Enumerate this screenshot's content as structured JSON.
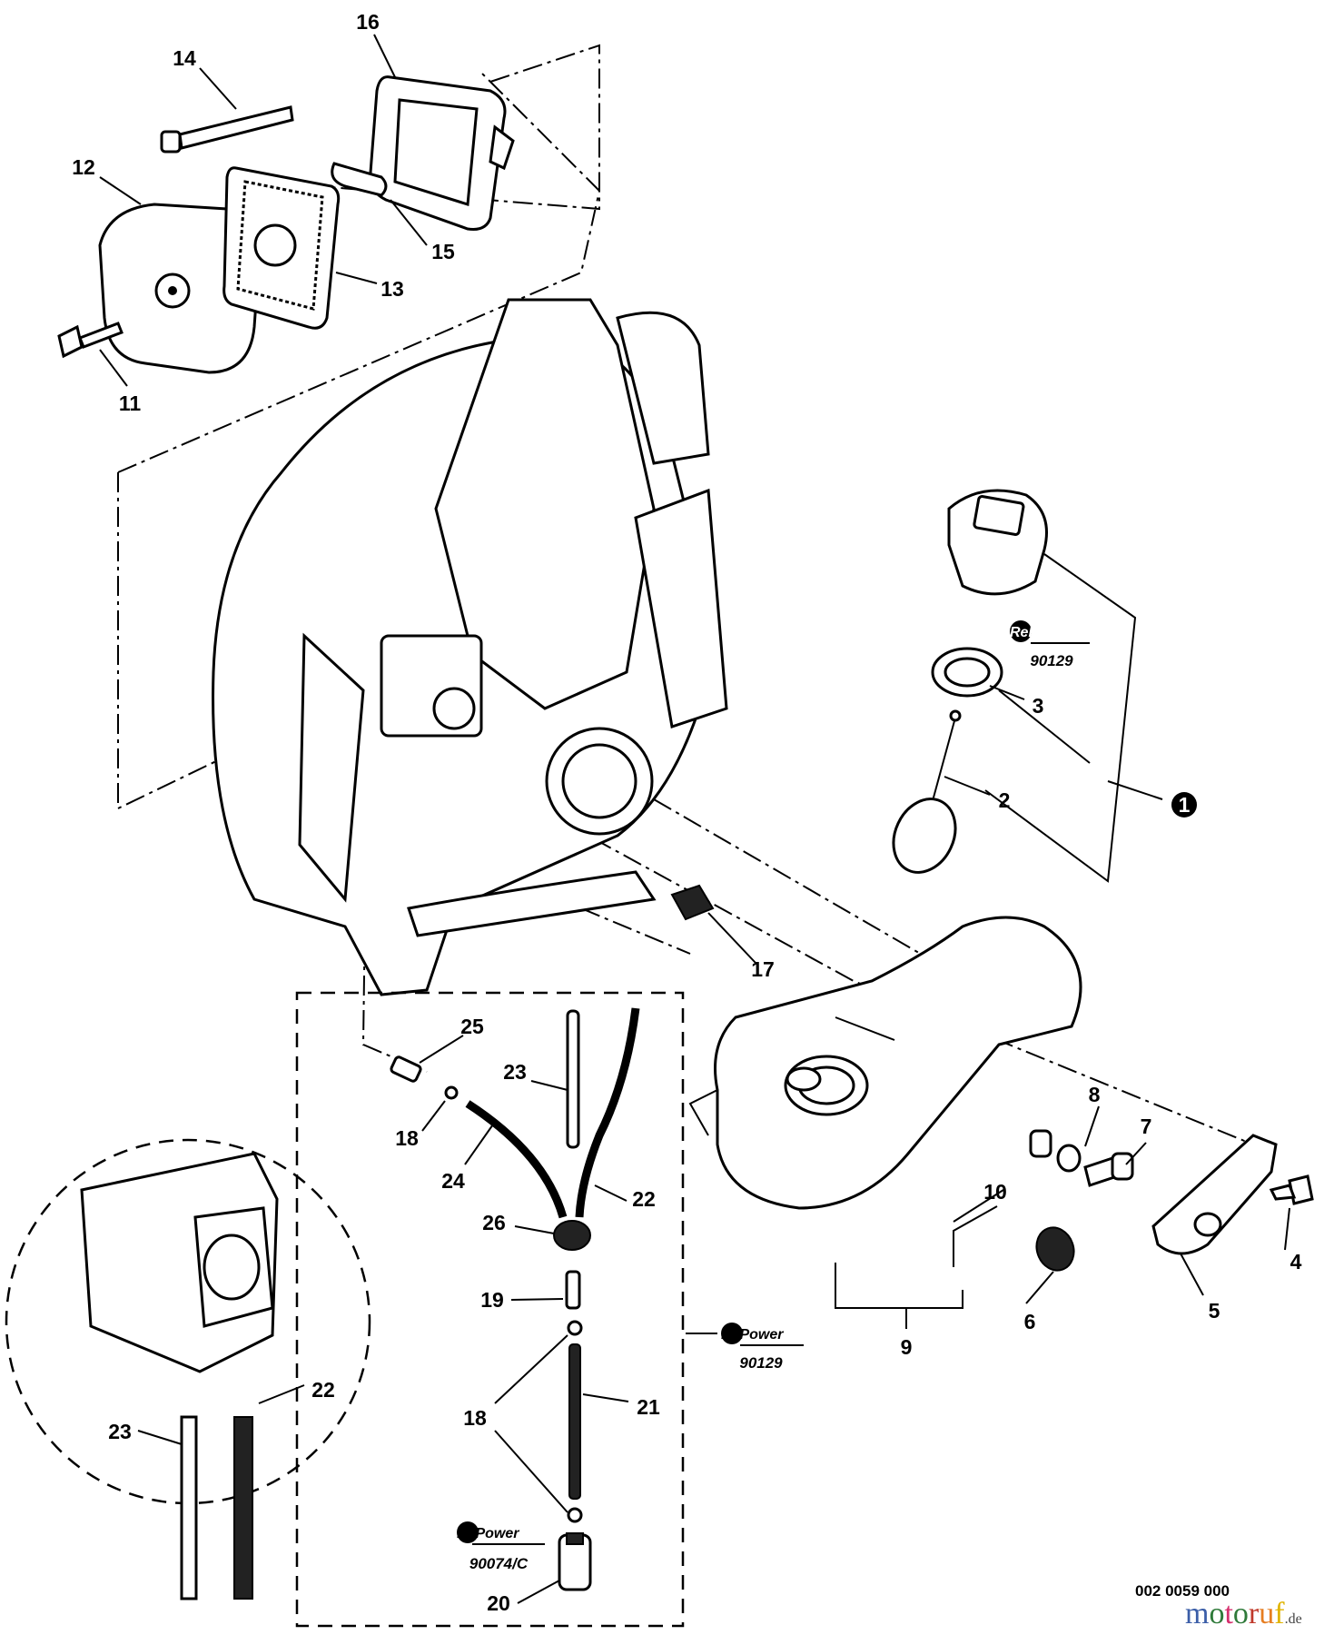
{
  "diagram": {
    "callouts": [
      "16",
      "14",
      "12",
      "15",
      "13",
      "11",
      "3",
      "2",
      "1",
      "17",
      "25",
      "23",
      "8",
      "7",
      "18",
      "24",
      "10",
      "22",
      "4",
      "26",
      "5",
      "19",
      "6",
      "9",
      "22",
      "21",
      "23",
      "18",
      "20"
    ],
    "repower_badges": [
      {
        "brand": "RePower",
        "code": "90129"
      },
      {
        "brand": "RePower",
        "code": "90129"
      },
      {
        "brand": "RePower",
        "code": "90074/C"
      }
    ]
  },
  "footer": {
    "document_number": "002 0059 000",
    "watermark": "motoruf.de",
    "watermark_letters": [
      "m",
      "o",
      "t",
      "o",
      "r",
      "u",
      "f"
    ],
    "watermark_tld": ".de",
    "watermark_colors": [
      "#3b5ea8",
      "#2f7a3a",
      "#d6306e",
      "#2f7a3a",
      "#c0392b",
      "#e67e22",
      "#e0b400"
    ]
  }
}
